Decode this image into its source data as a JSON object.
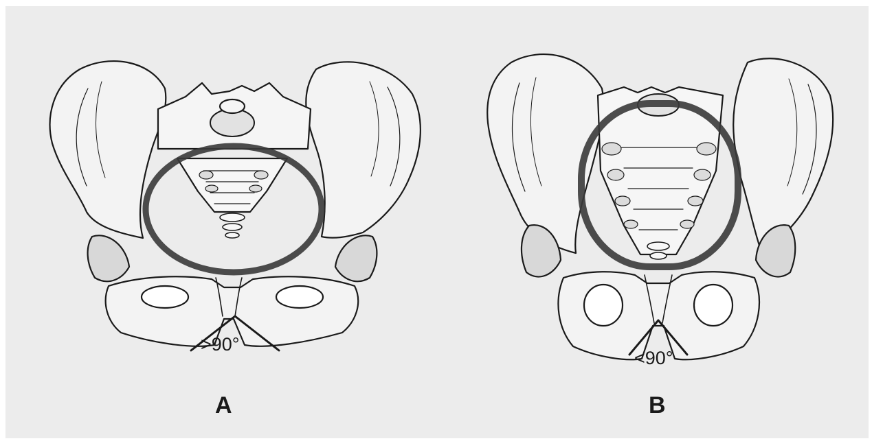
{
  "panels": [
    {
      "letter": "A",
      "angle_label": ">90°"
    },
    {
      "letter": "B",
      "angle_label": "<90°"
    }
  ],
  "colors": {
    "background": "#ececec",
    "ink": "#1a1a1a",
    "inlet_ring": "#3a3a3a"
  }
}
